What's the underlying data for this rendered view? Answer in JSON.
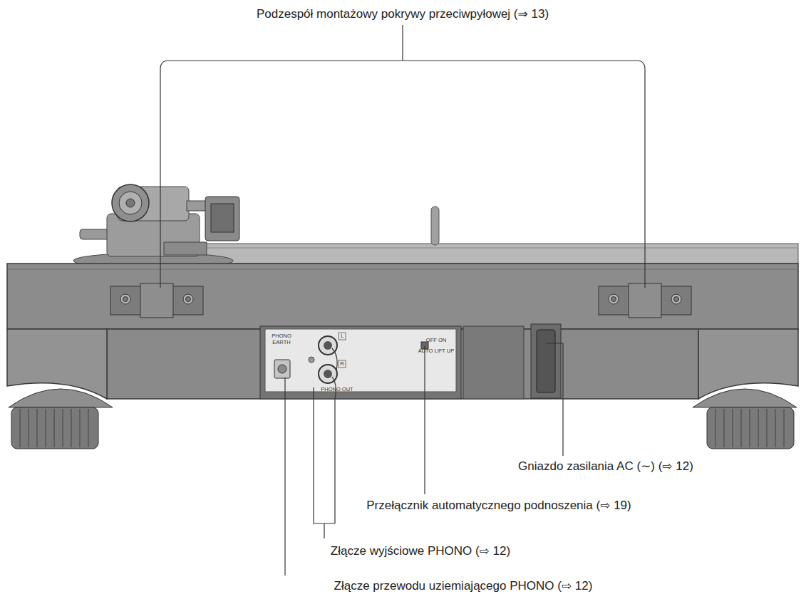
{
  "diagram": {
    "labels": [
      "Podzespół montażowy pokrywy przeciwpyłowej (⇒ 13)",
      "Gniazdo zasilania AC (∼) (⇨ 12)",
      "Przełącznik automatycznego podnoszenia (⇨ 19)",
      "Złącze wyjściowe PHONO (⇨ 12)",
      "Złącze przewodu uziemiającego PHONO (⇨ 12)",
      "PHONO EARTH",
      "L",
      "R",
      "PHONO OUT",
      "OFF ON",
      "AUTO LIFT UP"
    ]
  }
}
